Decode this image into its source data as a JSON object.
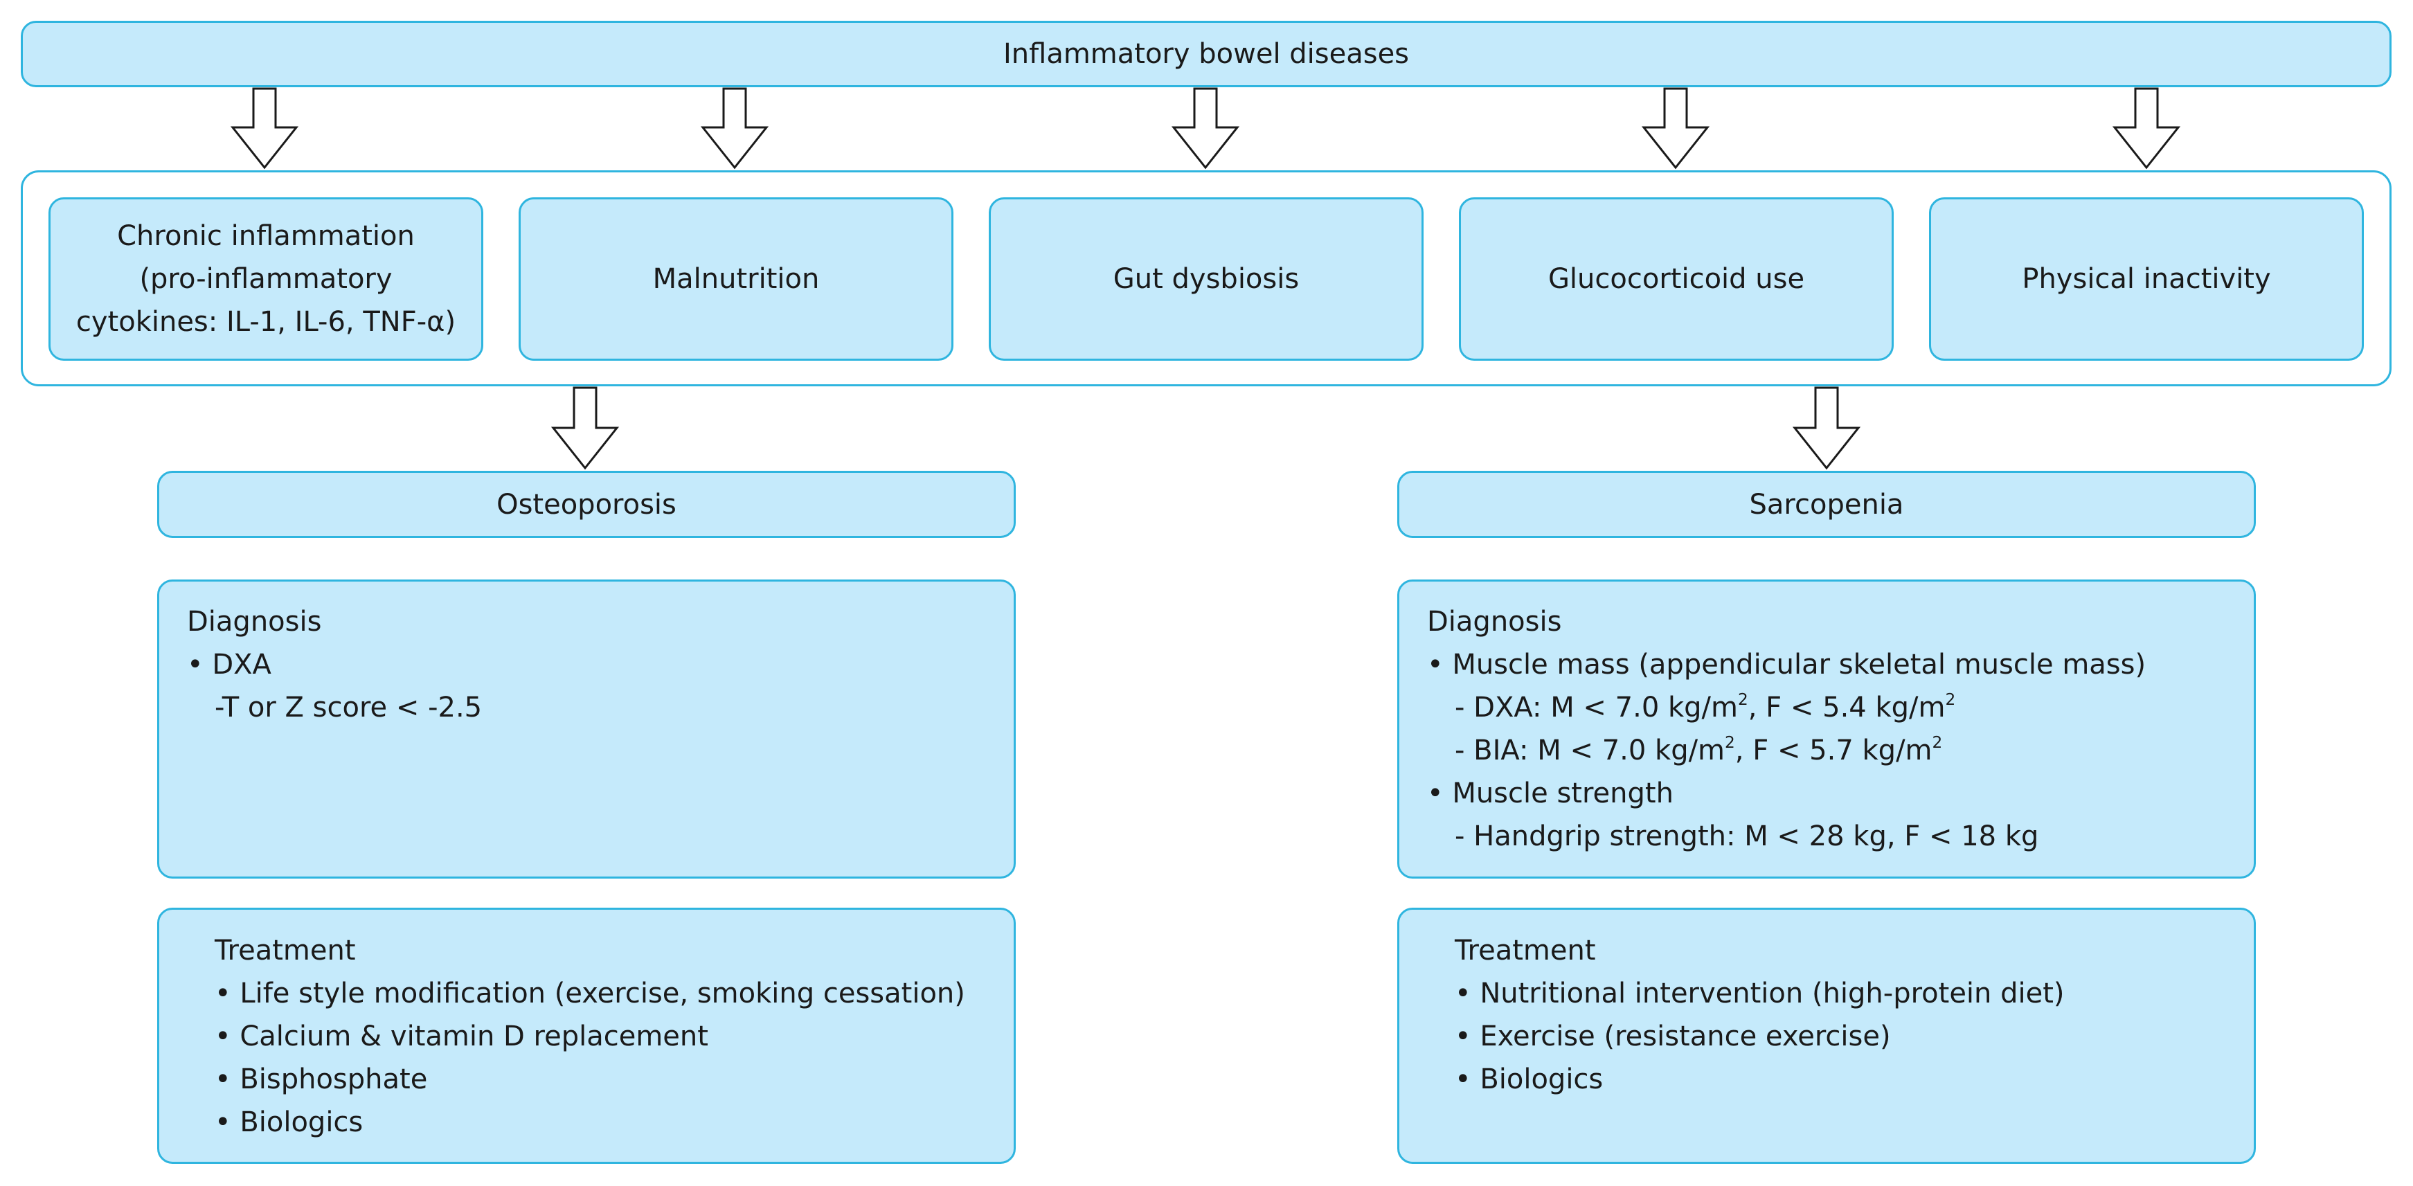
{
  "top": {
    "title": "Inflammatory bowel diseases"
  },
  "factors": [
    {
      "lines": [
        "Chronic inflammation",
        "(pro-inflammatory",
        "cytokines: IL-1, IL-6, TNF-α)"
      ]
    },
    {
      "lines": [
        "Malnutrition"
      ]
    },
    {
      "lines": [
        "Gut dysbiosis"
      ]
    },
    {
      "lines": [
        "Glucocorticoid use"
      ]
    },
    {
      "lines": [
        "Physical inactivity"
      ]
    }
  ],
  "osteoporosis": {
    "title": "Osteoporosis",
    "diagnosis": {
      "heading": "Diagnosis",
      "item1": "DXA",
      "item1_sub": "-T or Z score < -2.5"
    },
    "treatment": {
      "heading": "Treatment",
      "items": [
        "Life style modification (exercise, smoking cessation)",
        "Calcium & vitamin D replacement",
        "Bisphosphate",
        "Biologics"
      ]
    }
  },
  "sarcopenia": {
    "title": "Sarcopenia",
    "diagnosis": {
      "heading": "Diagnosis",
      "item1": "Muscle mass (appendicular skeletal muscle mass)",
      "dxa_a": "- DXA: M < 7.0 kg/m",
      "dxa_b": ", F < 5.4 kg/m",
      "bia_a": "- BIA: M < 7.0 kg/m",
      "bia_b": ", F < 5.7 kg/m",
      "sup": "2",
      "item2": "Muscle strength",
      "item2_sub": "- Handgrip strength: M < 28 kg, F < 18 kg"
    },
    "treatment": {
      "heading": "Treatment",
      "items": [
        "Nutritional intervention (high-protein diet)",
        "Exercise (resistance exercise)",
        "Biologics"
      ]
    }
  },
  "colors": {
    "fill": "#c5eafb",
    "border": "#2fb5df"
  }
}
